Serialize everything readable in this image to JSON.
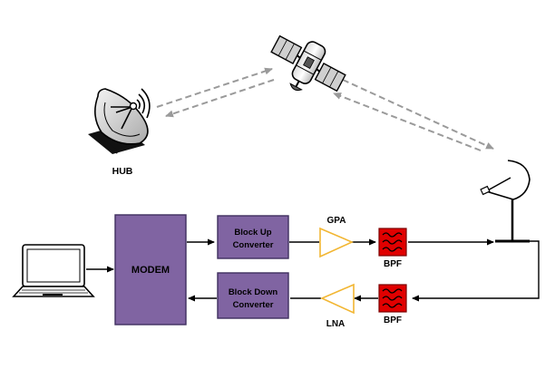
{
  "labels": {
    "hub": "HUB",
    "modem": "MODEM",
    "buc_line1": "Block Up",
    "buc_line2": "Converter",
    "bdc_line1": "Block Down",
    "bdc_line2": "Converter",
    "gpa": "GPA",
    "lna": "LNA",
    "bpf_top": "BPF",
    "bpf_bottom": "BPF"
  },
  "icons": [
    "hub-dish-icon",
    "satellite-icon",
    "vsat-dish-icon",
    "laptop-icon",
    "filter-icon",
    "amplifier-icon"
  ],
  "colors": {
    "block_fill": "#8064A2",
    "block_stroke": "#3F2F5F",
    "amplifier_stroke": "#F2B632",
    "filter_fill": "#E00000",
    "dashed_arrow": "#9A9A9A",
    "line": "#000000"
  }
}
